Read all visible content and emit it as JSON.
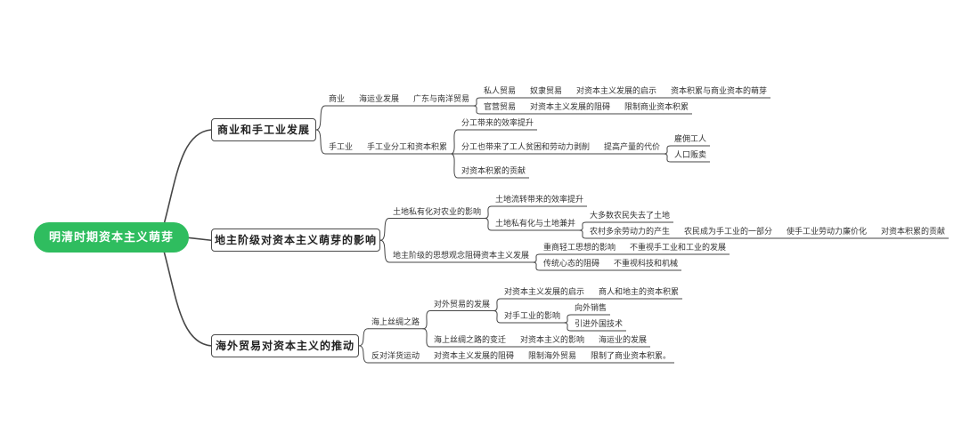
{
  "colors": {
    "canvas_bg": "#ffffff",
    "root_bg": "#2fbd5f",
    "root_text": "#ffffff",
    "branch_border": "#4a4a4a",
    "branch_bg": "#ffffff",
    "branch_text": "#222222",
    "node_text": "#333333",
    "line": "#464646"
  },
  "tree": {
    "label": "明清时期资本主义萌芽",
    "children": [
      {
        "label": "商业和手工业发展",
        "children": [
          {
            "label": "商业",
            "children": [
              {
                "label": "海运业发展",
                "children": [
                  {
                    "label": "广东与南洋贸易",
                    "children": [
                      {
                        "label": "私人贸易",
                        "children": [
                          {
                            "label": "奴隶贸易",
                            "children": [
                              {
                                "label": "对资本主义发展的启示",
                                "children": [
                                  {
                                    "label": "资本积累与商业资本的萌芽"
                                  }
                                ]
                              }
                            ]
                          }
                        ]
                      },
                      {
                        "label": "官营贸易",
                        "children": [
                          {
                            "label": "对资本主义发展的阻碍",
                            "children": [
                              {
                                "label": "限制商业资本积累"
                              }
                            ]
                          }
                        ]
                      }
                    ]
                  }
                ]
              }
            ]
          },
          {
            "label": "手工业",
            "children": [
              {
                "label": "手工业分工和资本积累",
                "children": [
                  {
                    "label": "分工带来的效率提升"
                  },
                  {
                    "label": "分工也带来了工人贫困和劳动力剥削",
                    "children": [
                      {
                        "label": "提高产量的代价",
                        "children": [
                          {
                            "label": "雇佣工人"
                          },
                          {
                            "label": "人口贩卖"
                          }
                        ]
                      }
                    ]
                  },
                  {
                    "label": "对资本积累的贡献"
                  }
                ]
              }
            ]
          }
        ]
      },
      {
        "label": "地主阶级对资本主义萌芽的影响",
        "children": [
          {
            "label": "土地私有化对农业的影响",
            "children": [
              {
                "label": "土地流转带来的效率提升"
              },
              {
                "label": "土地私有化与土地兼并",
                "children": [
                  {
                    "label": "大多数农民失去了土地"
                  },
                  {
                    "label": "农村多余劳动力的产生",
                    "children": [
                      {
                        "label": "农民成为手工业的一部分",
                        "children": [
                          {
                            "label": "使手工业劳动力廉价化",
                            "children": [
                              {
                                "label": "对资本积累的贡献"
                              }
                            ]
                          }
                        ]
                      }
                    ]
                  }
                ]
              }
            ]
          },
          {
            "label": "地主阶级的思想观念阻碍资本主义发展",
            "children": [
              {
                "label": "重商轻工思想的影响",
                "children": [
                  {
                    "label": "不重视手工业和工业的发展"
                  }
                ]
              },
              {
                "label": "传统心态的阻碍",
                "children": [
                  {
                    "label": "不重视科技和机械"
                  }
                ]
              }
            ]
          }
        ]
      },
      {
        "label": "海外贸易对资本主义的推动",
        "children": [
          {
            "label": "海上丝绸之路",
            "children": [
              {
                "label": "对外贸易的发展",
                "children": [
                  {
                    "label": "对资本主义发展的启示",
                    "children": [
                      {
                        "label": "商人和地主的资本积累"
                      }
                    ]
                  },
                  {
                    "label": "对手工业的影响",
                    "children": [
                      {
                        "label": "向外销售"
                      },
                      {
                        "label": "引进外国技术"
                      }
                    ]
                  }
                ]
              },
              {
                "label": "海上丝绸之路的变迁",
                "children": [
                  {
                    "label": "对资本主义的影响",
                    "children": [
                      {
                        "label": "海运业的发展"
                      }
                    ]
                  }
                ]
              }
            ]
          },
          {
            "label": "反对洋货运动",
            "children": [
              {
                "label": "对资本主义发展的阻碍",
                "children": [
                  {
                    "label": "限制海外贸易",
                    "children": [
                      {
                        "label": "限制了商业资本积累。"
                      }
                    ]
                  }
                ]
              }
            ]
          }
        ]
      }
    ]
  }
}
